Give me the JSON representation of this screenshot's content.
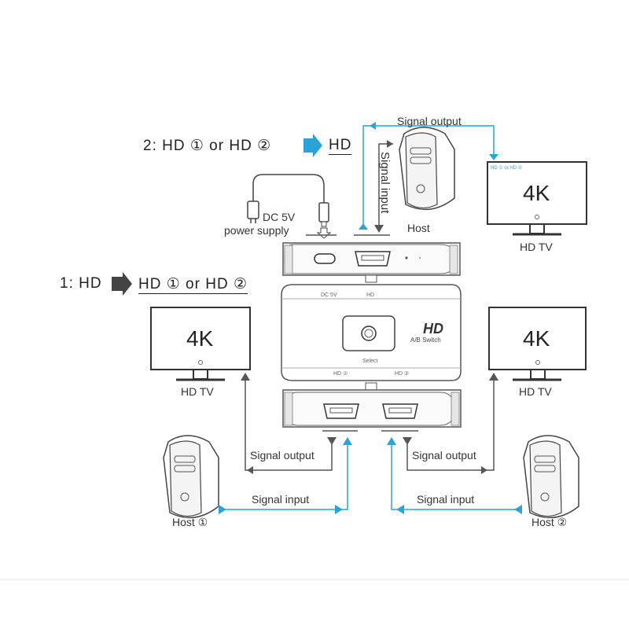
{
  "modes": {
    "mode2": {
      "prefix": "2: HD ",
      "in1": "①",
      "or": " or HD ",
      "in2": "②",
      "target": "HD"
    },
    "mode1": {
      "prefix": "1: HD",
      "target_prefix": "HD ",
      "in1": "①",
      "or": " or HD ",
      "in2": "②"
    }
  },
  "labels": {
    "signal_output_top": "Signal output",
    "signal_input_vertical": "Signal input",
    "host_top": "Host",
    "dc_line1": "DC 5V",
    "dc_line2": "power supply",
    "hd_tv_top": "HD TV",
    "hd_tv_left": "HD TV",
    "hd_tv_right": "HD TV",
    "signal_output_left": "Signal output",
    "signal_input_left": "Signal input",
    "signal_output_right": "Signal output",
    "signal_input_right": "Signal input",
    "host1": "Host ①",
    "host2": "Host ②"
  },
  "tvs": {
    "top_text": "4K",
    "top_small": "HD ① or HD ②",
    "left_text": "4K",
    "right_text": "4K"
  },
  "device": {
    "brand": "HD",
    "subtitle": "A/B Switch",
    "select_label": "Select",
    "port1": "HD ①",
    "port2": "HD ②",
    "top_port_dc": "DC 5V",
    "top_port_hd": "HD"
  },
  "colors": {
    "blue_arrow": "#29a3d8",
    "dark_arrow": "#555555",
    "outline": "#333333"
  }
}
